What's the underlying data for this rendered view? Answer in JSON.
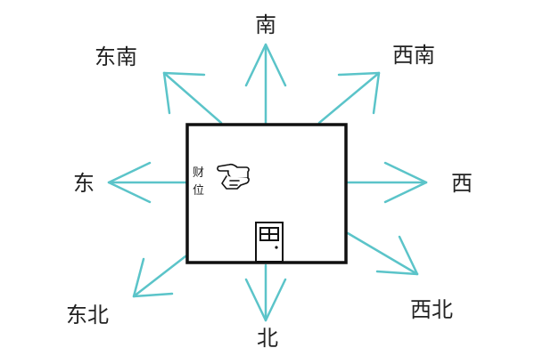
{
  "directions": {
    "south": "南",
    "north": "北",
    "east": "东",
    "west": "西",
    "southeast": "东南",
    "southwest": "西南",
    "northeast": "东北",
    "northwest": "西北"
  },
  "room": {
    "wealth_position_line1": "财",
    "wealth_position_line2": "位"
  },
  "colors": {
    "arrow": "#5bc4c9",
    "outline": "#111111",
    "text": "#222222",
    "background": "#ffffff"
  },
  "icons": [
    "pointing-hand-icon",
    "door-icon"
  ]
}
